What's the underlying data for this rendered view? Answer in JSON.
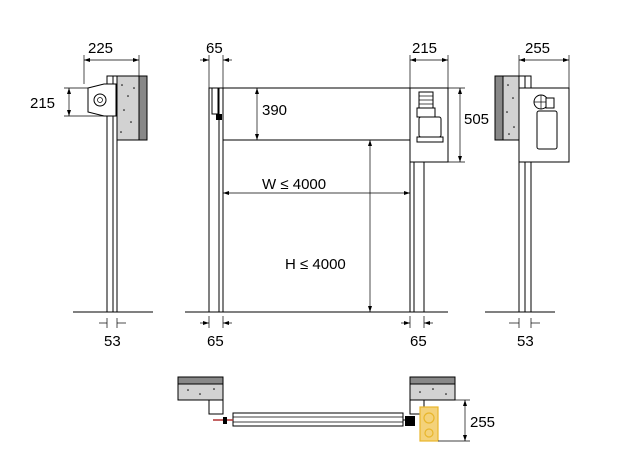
{
  "dimensions": {
    "left_view": {
      "top_width": "225",
      "side_height": "215",
      "bottom_gap": "53"
    },
    "front_view": {
      "top_left_width": "65",
      "top_right_width": "215",
      "header_height": "390",
      "side_height": "505",
      "width_label": "W ≤  4000",
      "height_label": "H ≤  4000",
      "bottom_left_width": "65",
      "bottom_right_width": "65"
    },
    "right_view": {
      "top_width": "255",
      "bottom_gap": "53"
    },
    "plan_view": {
      "depth": "255"
    }
  },
  "colors": {
    "line": "#000000",
    "concrete": "#d2d2d2",
    "motor_accent": "#e8b62c"
  }
}
